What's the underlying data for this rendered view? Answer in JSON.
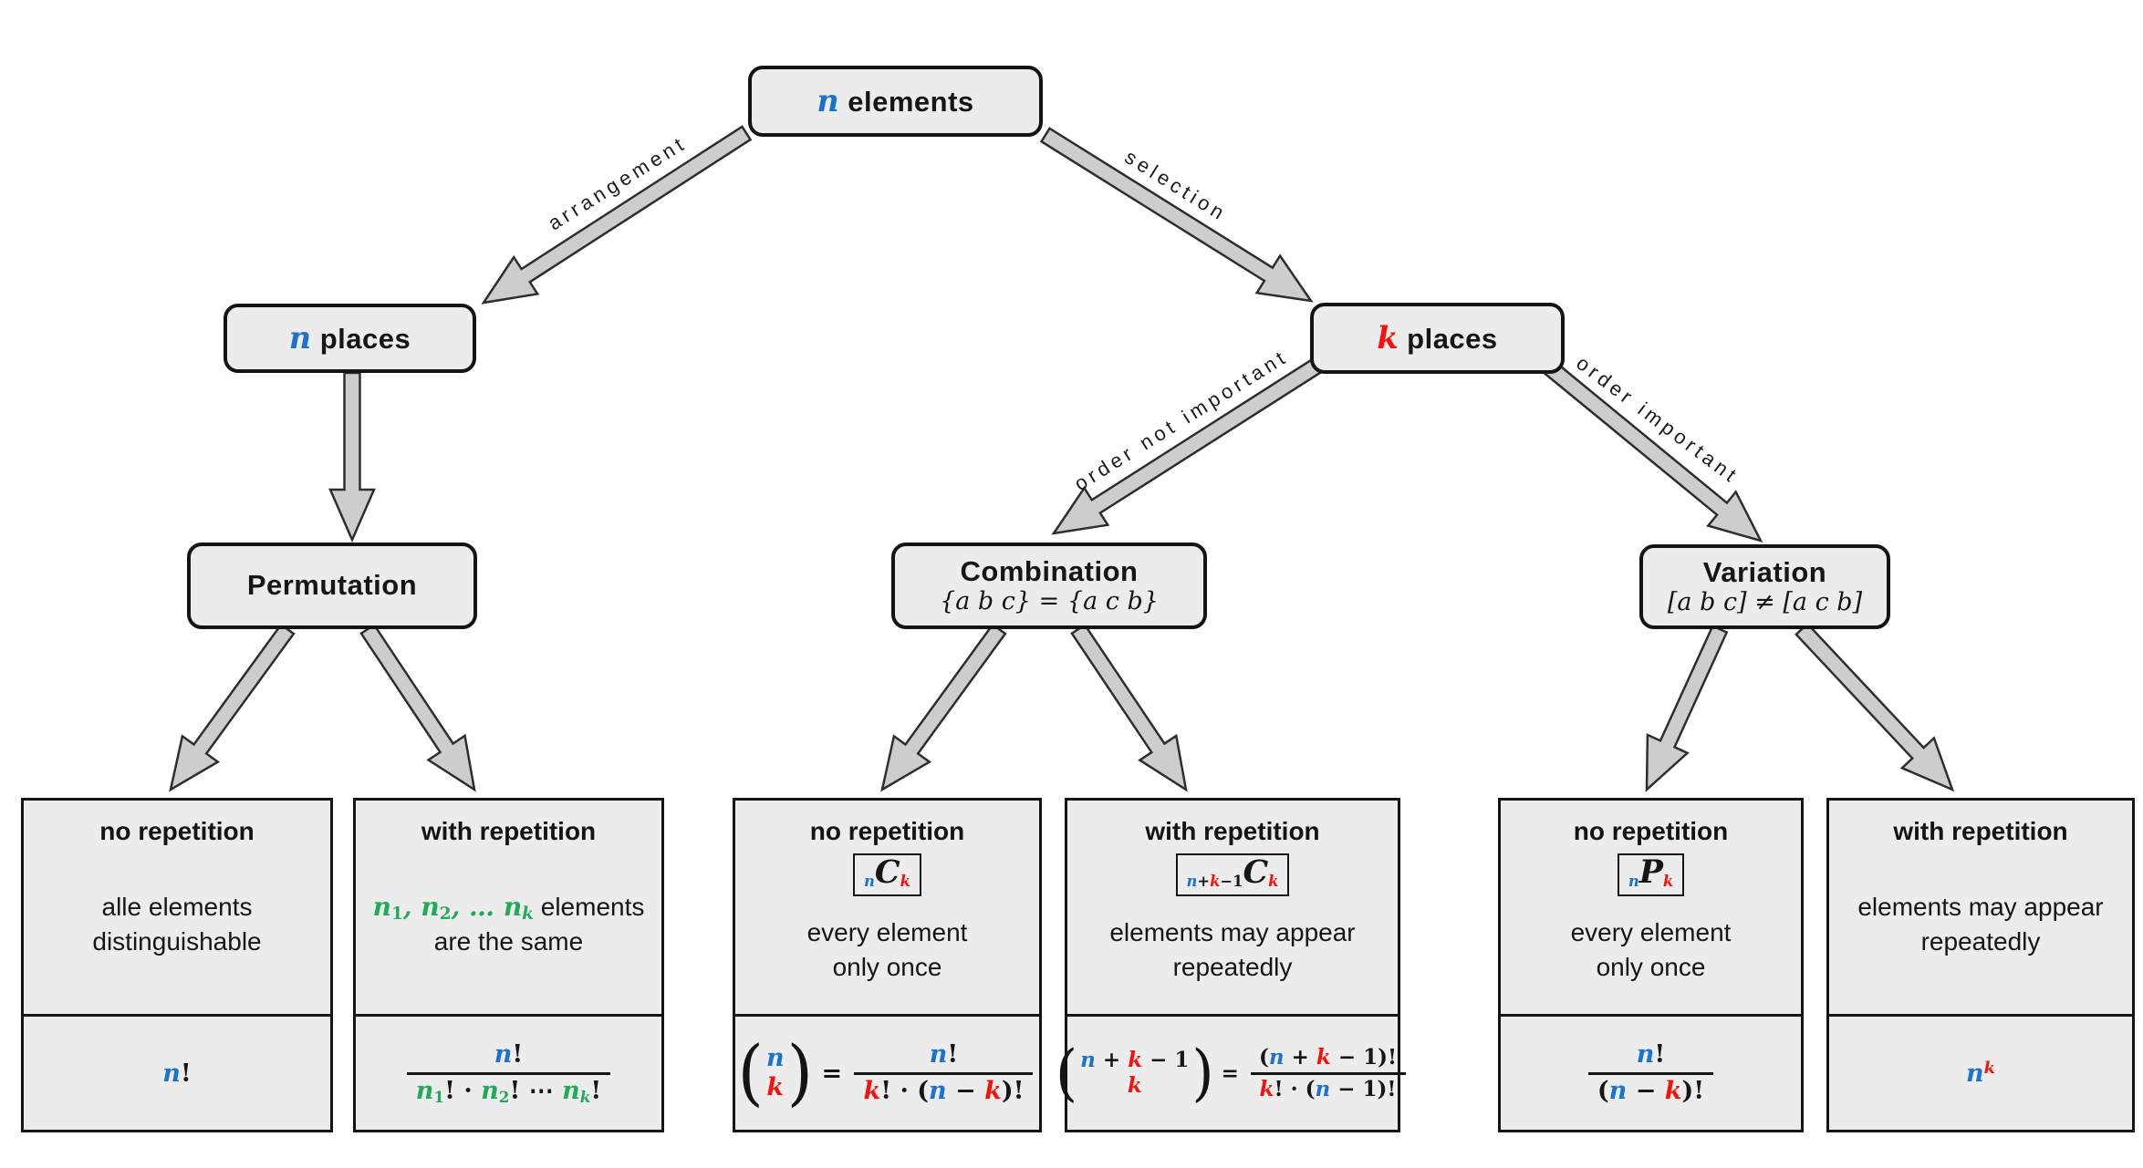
{
  "colors": {
    "blue": "#1c73cd",
    "red": "#f8100b",
    "green": "#23aa58",
    "ink": "#161616",
    "box_fill": "#ececec",
    "box_border": "#141414",
    "arrow_fill": "#cdcdcd",
    "arrow_stroke": "#2e2e2e"
  },
  "nodes": {
    "root": {
      "title": [
        {
          "t": "n",
          "c": "blue",
          "v": true
        },
        {
          "t": " elements"
        }
      ]
    },
    "n_places": {
      "title": [
        {
          "t": "n",
          "c": "blue",
          "v": true
        },
        {
          "t": " places"
        }
      ]
    },
    "k_places": {
      "title": [
        {
          "t": "k",
          "c": "red",
          "v": true
        },
        {
          "t": " places"
        }
      ]
    },
    "permutation": {
      "title": [
        {
          "t": "Permutation"
        }
      ]
    },
    "combination": {
      "title": [
        {
          "t": "Combination"
        }
      ],
      "subtitle": "{a b c} = {a c b}"
    },
    "variation": {
      "title": [
        {
          "t": "Variation"
        }
      ],
      "subtitle": "[a b c] ≠ [a c b]"
    }
  },
  "edge_labels": {
    "arrangement": "arrangement",
    "selection": "selection",
    "order_not_important": "order not important",
    "order_important": "order important"
  },
  "leaves": [
    {
      "id": "permutation-no-repetition",
      "title": "no repetition",
      "desc": [
        [
          {
            "t": "alle elements"
          }
        ],
        [
          {
            "t": "distinguishable"
          }
        ]
      ],
      "formula": [
        {
          "type": "run",
          "tokens": [
            {
              "t": "n",
              "c": "blue",
              "v": true
            },
            {
              "t": "!"
            }
          ]
        }
      ]
    },
    {
      "id": "permutation-with-repetition",
      "title": "with repetition",
      "desc": [
        [
          {
            "t": "n",
            "c": "green",
            "v": true
          },
          {
            "t": "1",
            "c": "green",
            "sub": true
          },
          {
            "t": ", ",
            "c": "green",
            "v": true
          },
          {
            "t": "n",
            "c": "green",
            "v": true
          },
          {
            "t": "2",
            "c": "green",
            "sub": true
          },
          {
            "t": ", … ",
            "c": "green",
            "v": true
          },
          {
            "t": "n",
            "c": "green",
            "v": true
          },
          {
            "t": "k",
            "c": "green",
            "v": true,
            "sub": true
          },
          {
            "t": " elements"
          }
        ],
        [
          {
            "t": "are the same"
          }
        ]
      ],
      "formula": [
        {
          "type": "frac",
          "num": [
            {
              "t": "n",
              "c": "blue",
              "v": true
            },
            {
              "t": "!"
            }
          ],
          "den": [
            {
              "t": "n",
              "c": "green",
              "v": true
            },
            {
              "t": "1",
              "c": "green",
              "sub": true
            },
            {
              "t": "! · "
            },
            {
              "t": "n",
              "c": "green",
              "v": true
            },
            {
              "t": "2",
              "c": "green",
              "sub": true
            },
            {
              "t": "! ⋯ "
            },
            {
              "t": "n",
              "c": "green",
              "v": true
            },
            {
              "t": "k",
              "c": "green",
              "v": true,
              "sub": true
            },
            {
              "t": "!"
            }
          ]
        }
      ]
    },
    {
      "id": "combination-no-repetition",
      "title": "no repetition",
      "badge": [
        {
          "t": "n",
          "c": "blue",
          "v": true,
          "sub": true
        },
        {
          "t": "C",
          "v": true,
          "big": true
        },
        {
          "t": "k",
          "c": "red",
          "v": true,
          "sub": true
        }
      ],
      "desc": [
        [
          {
            "t": "every element"
          }
        ],
        [
          {
            "t": "only once"
          }
        ]
      ],
      "formula": [
        {
          "type": "binom",
          "top": [
            {
              "t": "n",
              "c": "blue",
              "v": true
            }
          ],
          "bottom": [
            {
              "t": "k",
              "c": "red",
              "v": true
            }
          ]
        },
        {
          "type": "run",
          "tokens": [
            {
              "t": " = "
            }
          ]
        },
        {
          "type": "frac",
          "num": [
            {
              "t": "n",
              "c": "blue",
              "v": true
            },
            {
              "t": "!"
            }
          ],
          "den": [
            {
              "t": "k",
              "c": "red",
              "v": true
            },
            {
              "t": "! · ("
            },
            {
              "t": "n",
              "c": "blue",
              "v": true
            },
            {
              "t": " − "
            },
            {
              "t": "k",
              "c": "red",
              "v": true
            },
            {
              "t": ")!"
            }
          ]
        }
      ]
    },
    {
      "id": "combination-with-repetition",
      "title": "with repetition",
      "badge": [
        {
          "t": "n",
          "c": "blue",
          "v": true,
          "sub": true
        },
        {
          "t": "+",
          "sub": true
        },
        {
          "t": "k",
          "c": "red",
          "v": true,
          "sub": true
        },
        {
          "t": "−1",
          "sub": true
        },
        {
          "t": "C",
          "v": true,
          "big": true
        },
        {
          "t": "k",
          "c": "red",
          "v": true,
          "sub": true
        }
      ],
      "desc": [
        [
          {
            "t": "elements may appear"
          }
        ],
        [
          {
            "t": "repeatedly"
          }
        ]
      ],
      "formula": [
        {
          "type": "binom",
          "top": [
            {
              "t": "n",
              "c": "blue",
              "v": true
            },
            {
              "t": " + "
            },
            {
              "t": "k",
              "c": "red",
              "v": true
            },
            {
              "t": " − 1"
            }
          ],
          "bottom": [
            {
              "t": "k",
              "c": "red",
              "v": true
            }
          ]
        },
        {
          "type": "run",
          "tokens": [
            {
              "t": " = "
            }
          ]
        },
        {
          "type": "frac",
          "num": [
            {
              "t": "("
            },
            {
              "t": "n",
              "c": "blue",
              "v": true
            },
            {
              "t": " + "
            },
            {
              "t": "k",
              "c": "red",
              "v": true
            },
            {
              "t": " − 1)!"
            }
          ],
          "den": [
            {
              "t": "k",
              "c": "red",
              "v": true
            },
            {
              "t": "! · ("
            },
            {
              "t": "n",
              "c": "blue",
              "v": true
            },
            {
              "t": " − 1)!"
            }
          ]
        }
      ]
    },
    {
      "id": "variation-no-repetition",
      "title": "no repetition",
      "badge": [
        {
          "t": "n",
          "c": "blue",
          "v": true,
          "sub": true
        },
        {
          "t": "P",
          "v": true,
          "big": true
        },
        {
          "t": "k",
          "c": "red",
          "v": true,
          "sub": true
        }
      ],
      "desc": [
        [
          {
            "t": "every element"
          }
        ],
        [
          {
            "t": "only once"
          }
        ]
      ],
      "formula": [
        {
          "type": "frac",
          "num": [
            {
              "t": "n",
              "c": "blue",
              "v": true
            },
            {
              "t": "!"
            }
          ],
          "den": [
            {
              "t": "("
            },
            {
              "t": "n",
              "c": "blue",
              "v": true
            },
            {
              "t": " − "
            },
            {
              "t": "k",
              "c": "red",
              "v": true
            },
            {
              "t": ")!"
            }
          ]
        }
      ]
    },
    {
      "id": "variation-with-repetition",
      "title": "with repetition",
      "desc": [
        [
          {
            "t": "elements may appear"
          }
        ],
        [
          {
            "t": "repeatedly"
          }
        ]
      ],
      "formula": [
        {
          "type": "run",
          "tokens": [
            {
              "t": "n",
              "c": "blue",
              "v": true
            },
            {
              "t": "k",
              "c": "red",
              "v": true,
              "sup": true
            }
          ]
        }
      ]
    }
  ]
}
